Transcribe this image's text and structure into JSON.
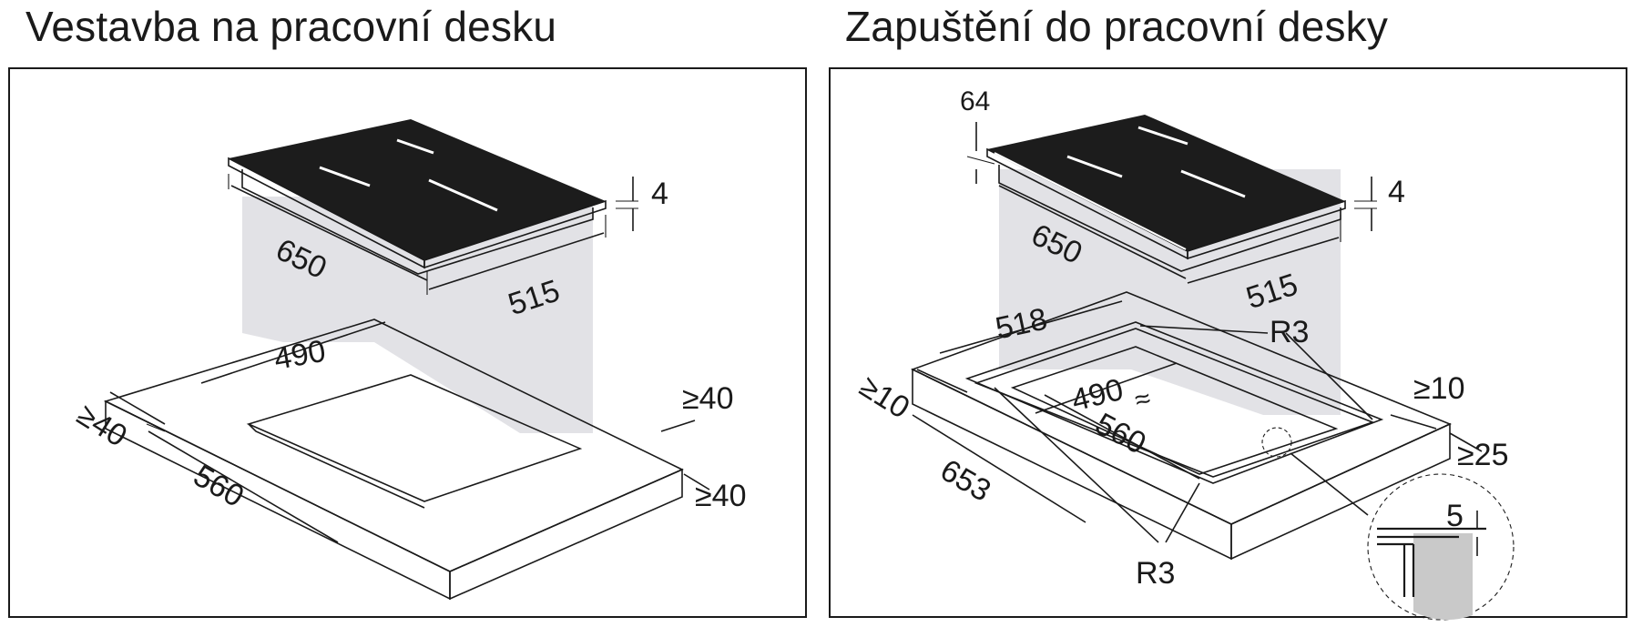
{
  "left_panel": {
    "title": "Vestavba na pracovní desku",
    "dims": {
      "hob_length": "650",
      "hob_depth": "515",
      "glass_thickness": "4",
      "cutout_depth": "490",
      "cutout_length": "560",
      "front_margin": "≥40",
      "side_margin": "≥40",
      "rear_margin": "≥40"
    }
  },
  "right_panel": {
    "title": "Zapuštění do pracovní desky",
    "dims": {
      "hob_frame": "64",
      "hob_length": "650",
      "hob_depth": "515",
      "glass_thickness": "4",
      "rebate_depth": "518",
      "rebate_length": "653",
      "cutout_depth": "490",
      "cutout_length": "560",
      "radius_top": "R3",
      "radius_bottom": "R3",
      "front_margin": "≥10",
      "side_margin_a": "≥10",
      "side_margin_b": "≥25",
      "detail_depth": "5",
      "approx_mark": "≈"
    }
  },
  "colors": {
    "line": "#1a1a1a",
    "glass": "#1c1c1c",
    "shade": "#e2e2e6",
    "detail_fill": "#c9c9c9"
  }
}
